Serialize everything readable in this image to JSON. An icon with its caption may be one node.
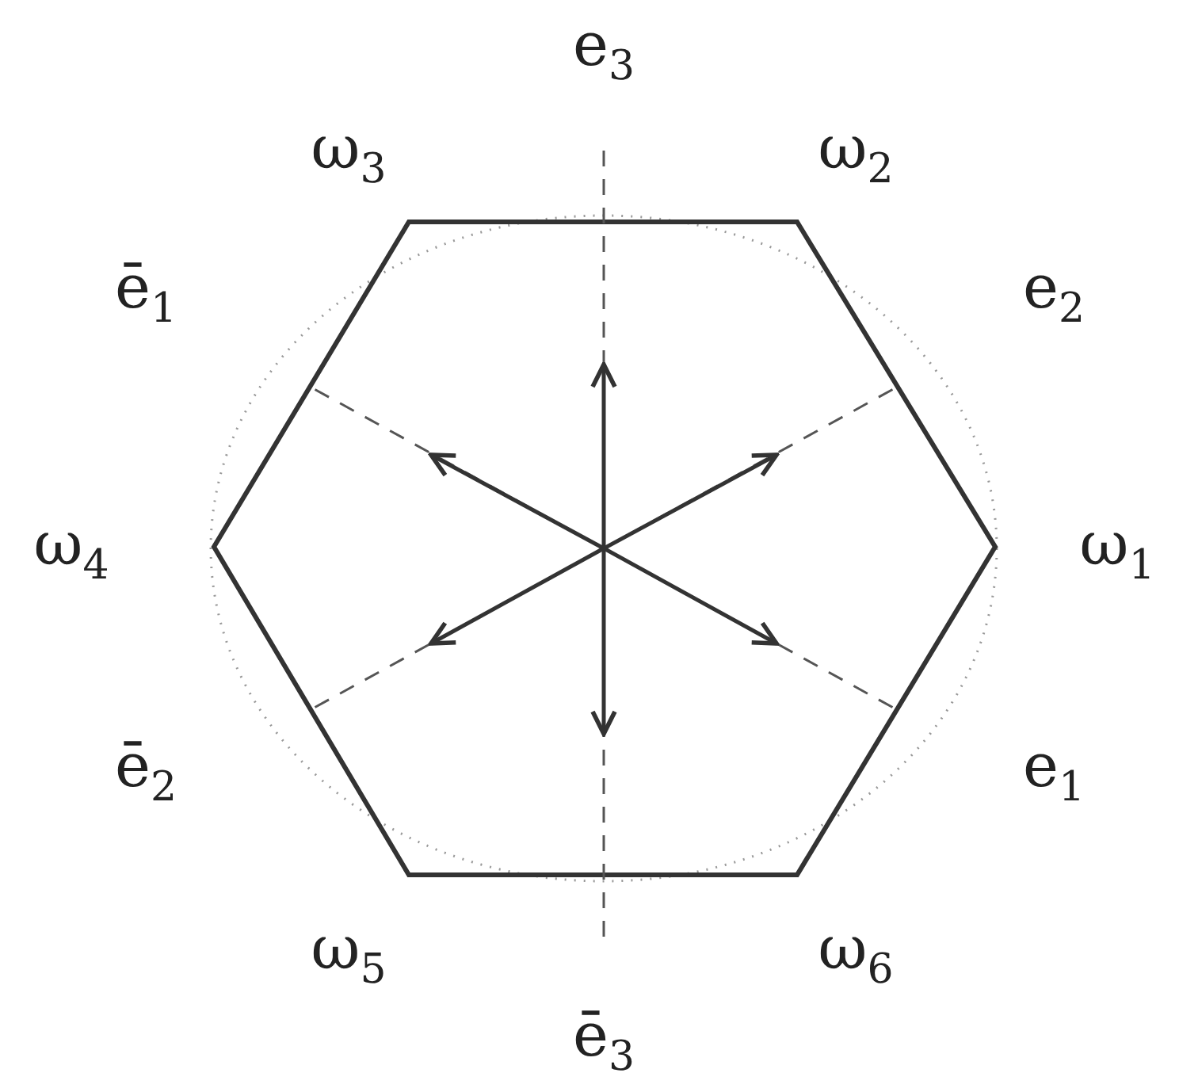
{
  "diagram": {
    "labels": [
      "e$_{3}$",
      "ω$_{3}$",
      "ω$_{2}$",
      "ē$_{1}$",
      "e$_{2}$",
      "ω$_{4}$",
      "ω$_{1}$",
      "ē$_{2}$",
      "e$_{1}$",
      "ω$_{5}$",
      "ω$_{6}$",
      "ē$_{3}$"
    ]
  }
}
